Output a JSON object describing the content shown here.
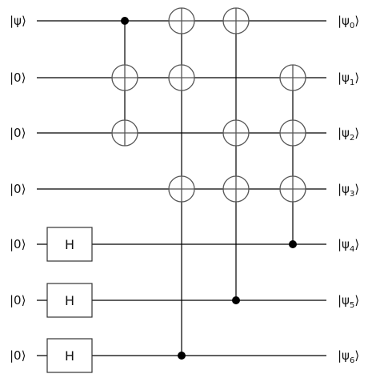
{
  "circuit": {
    "inputs": [
      "|ψ⟩",
      "|0⟩",
      "|0⟩",
      "|0⟩",
      "|0⟩",
      "|0⟩",
      "|0⟩"
    ],
    "outputs": [
      {
        "symbol": "|ψ",
        "sub": "0",
        "close": "⟩"
      },
      {
        "symbol": "|ψ",
        "sub": "1",
        "close": "⟩"
      },
      {
        "symbol": "|ψ",
        "sub": "2",
        "close": "⟩"
      },
      {
        "symbol": "|ψ",
        "sub": "3",
        "close": "⟩"
      },
      {
        "symbol": "|ψ",
        "sub": "4",
        "close": "⟩"
      },
      {
        "symbol": "|ψ",
        "sub": "5",
        "close": "⟩"
      },
      {
        "symbol": "|ψ",
        "sub": "6",
        "close": "⟩"
      }
    ],
    "gates": [
      {
        "type": "single",
        "label": "H",
        "qubit": 4
      },
      {
        "type": "single",
        "label": "H",
        "qubit": 5
      },
      {
        "type": "single",
        "label": "H",
        "qubit": 6
      }
    ],
    "cnot_groups": [
      {
        "control": 0,
        "targets": [
          1,
          2
        ]
      },
      {
        "control": 6,
        "targets": [
          0,
          1,
          3
        ]
      },
      {
        "control": 5,
        "targets": [
          0,
          2,
          3
        ]
      },
      {
        "control": 4,
        "targets": [
          1,
          2,
          3
        ]
      }
    ]
  }
}
